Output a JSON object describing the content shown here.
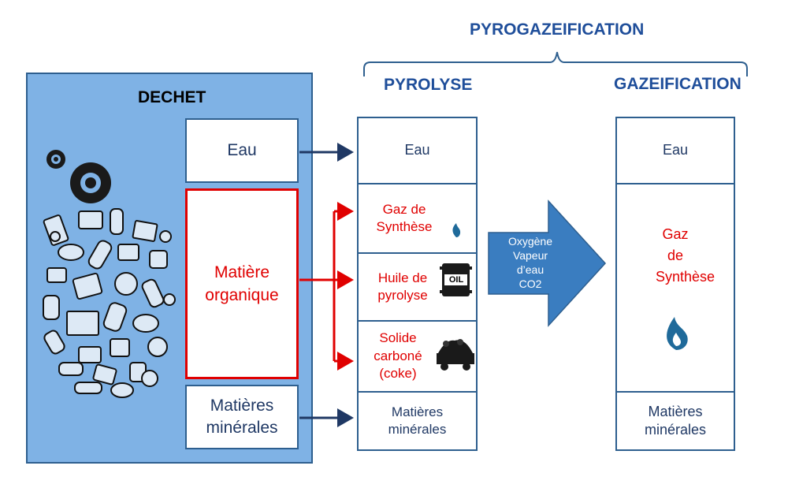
{
  "header": {
    "pyrogazeification": "PYROGAZEIFICATION",
    "pyrolyse": "PYROLYSE",
    "gazeification": "GAZEIFICATION"
  },
  "dechet": {
    "title": "DECHET",
    "eau": "Eau",
    "matiere_organique": "Matière organique",
    "matieres_minerales": "Matières minérales"
  },
  "pyrolyse": {
    "eau": "Eau",
    "gaz": "Gaz de Synthèse",
    "huile": "Huile de pyrolyse",
    "solide": "Solide carboné (coke)",
    "minerales": "Matières minérales",
    "oil_label": "OIL"
  },
  "arrow": {
    "line1": "Oxygène",
    "line2": "Vapeur",
    "line3": "d’eau",
    "line4": "CO2"
  },
  "gazeification": {
    "eau": "Eau",
    "gaz": "Gaz de Synthèse",
    "minerales": "Matières minérales"
  },
  "colors": {
    "panel": "#7FB2E5",
    "border": "#2E5F8F",
    "title": "#1F4E9A",
    "dark_text": "#1F3864",
    "red": "#E00000",
    "big_arrow": "#3A7DC0",
    "flame": "#1F6A9A"
  },
  "icons": [
    "tire-icon",
    "waste-pile-icon",
    "flame-icon",
    "oil-barrel-icon",
    "coal-cart-icon"
  ]
}
